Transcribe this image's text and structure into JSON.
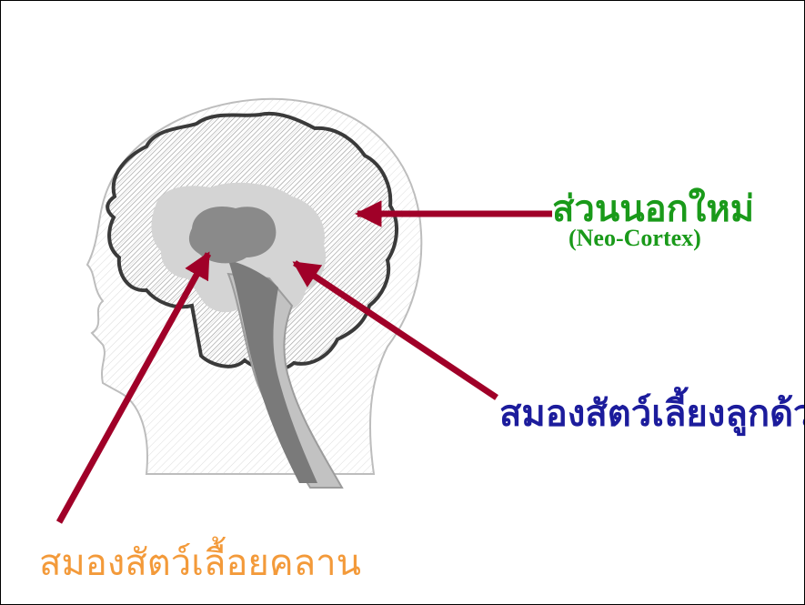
{
  "labels": {
    "neocortex_thai": "ส่วนนอกใหม่",
    "neocortex_en": "(Neo-Cortex)",
    "mammalian": "สมองสัตว์เลี้ยงลูกด้วยนม",
    "reptilian": "สมองสัตว์เลื้อยคลาน"
  },
  "colors": {
    "arrow": "#a00028",
    "neocortex_text": "#1a9a1a",
    "mammalian_text": "#1c1c9c",
    "reptilian_text": "#f39a3a",
    "cortex_fill": "#8c8c8c",
    "limbic_fill": "#d4d4d4",
    "brainstem_fill": "#7a7a7a"
  }
}
